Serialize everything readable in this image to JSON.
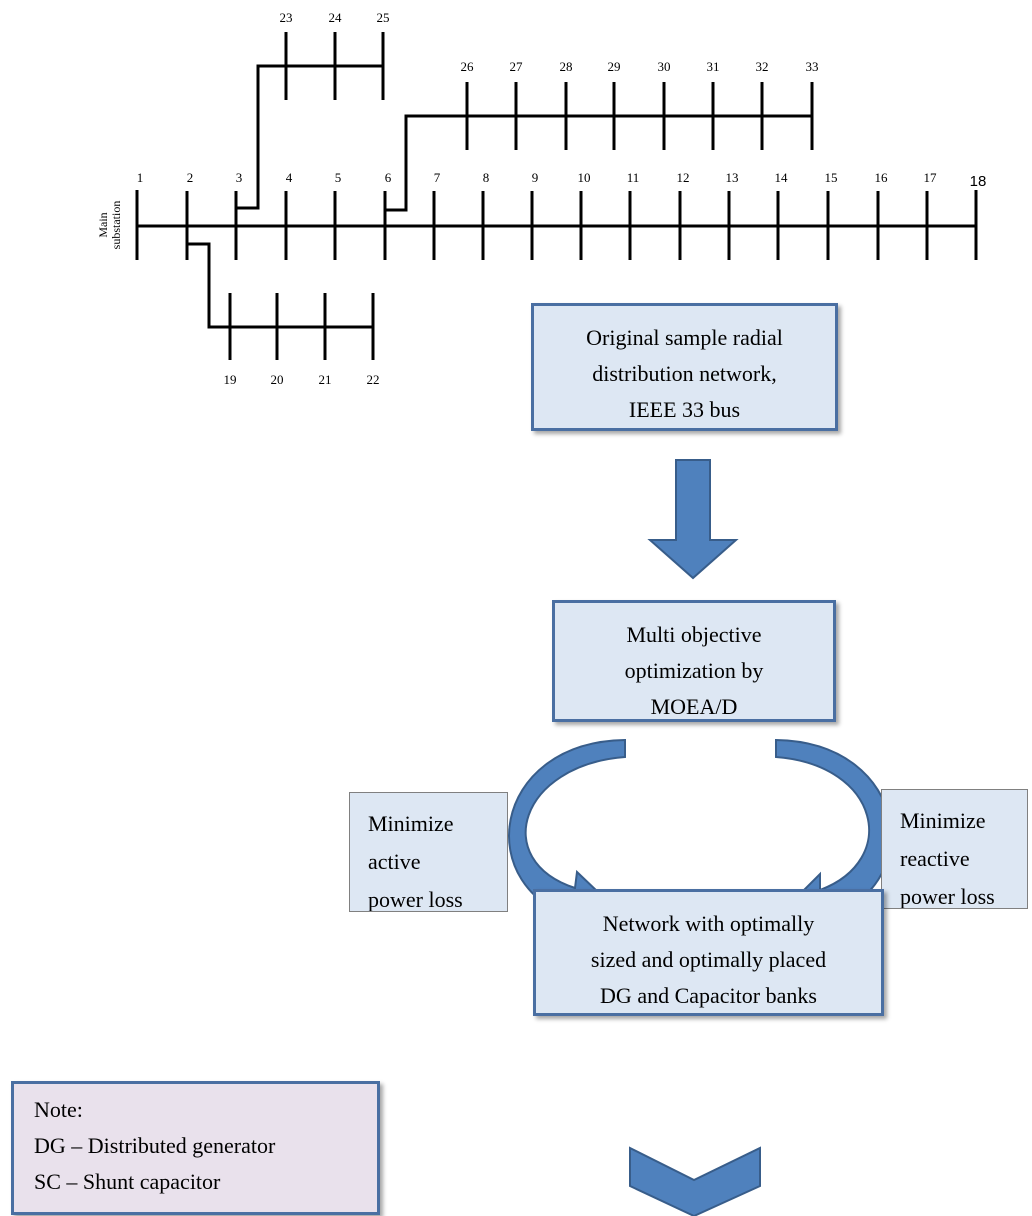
{
  "diagram": {
    "main_label": [
      "Main",
      "substation"
    ],
    "main_bus_numbers": [
      "1",
      "2",
      "3",
      "4",
      "5",
      "6",
      "7",
      "8",
      "9",
      "10",
      "11",
      "12",
      "13",
      "14",
      "15",
      "16",
      "17",
      "18"
    ],
    "lateral_upper_numbers": [
      "23",
      "24",
      "25"
    ],
    "lateral_long_numbers": [
      "26",
      "27",
      "28",
      "29",
      "30",
      "31",
      "32",
      "33"
    ],
    "lateral_lower_numbers": [
      "19",
      "20",
      "21",
      "22"
    ]
  },
  "boxes": {
    "original": {
      "lines": [
        "Original sample radial",
        "distribution network,",
        "IEEE 33 bus"
      ]
    },
    "moo": {
      "lines": [
        "Multi objective",
        "optimization by",
        "MOEA/D"
      ]
    },
    "active": {
      "lines": [
        "Minimize",
        "active",
        "power loss"
      ]
    },
    "reactive": {
      "lines": [
        "Minimize",
        "reactive",
        "power loss"
      ]
    },
    "result": {
      "lines": [
        "Network with optimally",
        "sized and optimally placed",
        "DG and Capacitor banks"
      ]
    },
    "note": {
      "lines": [
        "Note:",
        "DG – Distributed generator",
        "SC – Shunt capacitor"
      ]
    }
  },
  "colors": {
    "box_fill": "#dde7f3",
    "box_border": "#4a6fa2",
    "arrow_fill": "#4f81bd",
    "arrow_stroke": "#385d8a",
    "note_fill": "#e9e1ec"
  }
}
